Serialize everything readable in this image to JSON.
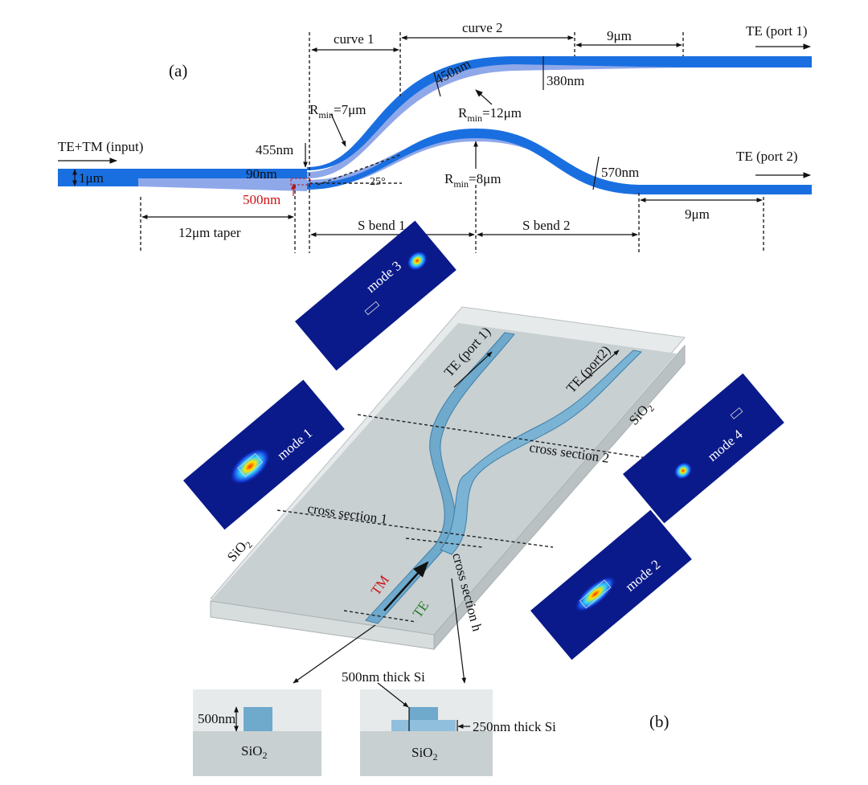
{
  "panel_a": {
    "label": "(a)",
    "input_label": "TE+TM (input)",
    "port1_label": "TE (port 1)",
    "port2_label": "TE (port 2)",
    "width_input": "1μm",
    "curve1": "curve 1",
    "curve2": "curve 2",
    "len_9um_top": "9μm",
    "len_9um_bottom": "9μm",
    "w_450": "450nm",
    "w_380": "380nm",
    "w_455": "455nm",
    "w_90": "90nm",
    "w_500": "500nm",
    "w_570": "570nm",
    "angle": "25°",
    "rmin_7_pre": "R",
    "rmin_7_sub": "min",
    "rmin_7_post": "=7μm",
    "rmin_12_pre": "R",
    "rmin_12_sub": "min",
    "rmin_12_post": "=12μm",
    "rmin_8_pre": "R",
    "rmin_8_sub": "min",
    "rmin_8_post": "=8μm",
    "taper": "12μm taper",
    "sbend1": "S bend 1",
    "sbend2": "S bend 2"
  },
  "panel_b": {
    "label": "(b)",
    "mode1": "mode 1",
    "mode2": "mode 2",
    "mode3": "mode 3",
    "mode4": "mode 4",
    "te_port1": "TE (port 1)",
    "te_port2": "TE (port2)",
    "sio2_right_pre": "SiO",
    "sio2_right_sub": "2",
    "sio2_left_pre": "SiO",
    "sio2_left_sub": "2",
    "cross1": "cross section 1",
    "cross2": "cross section 2",
    "crossh": "cross section h",
    "tm": "TM",
    "te": "TE",
    "thick500": "500nm thick Si",
    "thick250": "250nm thick Si",
    "h500": "500nm",
    "sio2_box1_pre": "SiO",
    "sio2_box1_sub": "2",
    "sio2_box2_pre": "SiO",
    "sio2_box2_sub": "2"
  },
  "colors": {
    "waveguide_dark": "#1a6fe0",
    "waveguide_light": "#8fa8ea",
    "mode_bg": "#0a1a8a",
    "substrate": "#c8d0d2",
    "cladding": "#e6eaeb",
    "channel": "#6fa9cc"
  }
}
